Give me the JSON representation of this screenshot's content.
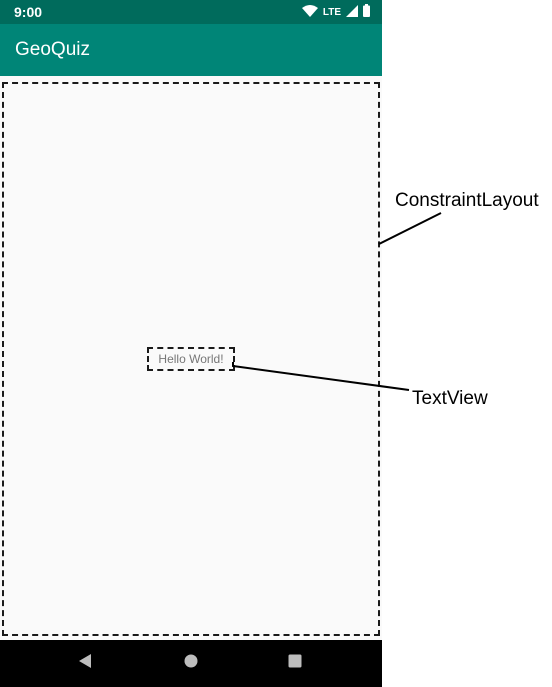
{
  "status_bar": {
    "time": "9:00",
    "network": "LTE",
    "icons": [
      "wifi-icon",
      "signal-icon",
      "battery-icon"
    ]
  },
  "app_bar": {
    "title": "GeoQuiz"
  },
  "content": {
    "textview_text": "Hello World!"
  },
  "nav_bar": {
    "icons": [
      "back-icon",
      "home-icon",
      "recents-icon"
    ]
  },
  "annotations": {
    "constraint_layout": "ConstraintLayout",
    "text_view": "TextView"
  },
  "colors": {
    "status_bar": "#006b5c",
    "app_bar": "#008577",
    "background": "#fafafa",
    "nav_bar": "#000000"
  }
}
